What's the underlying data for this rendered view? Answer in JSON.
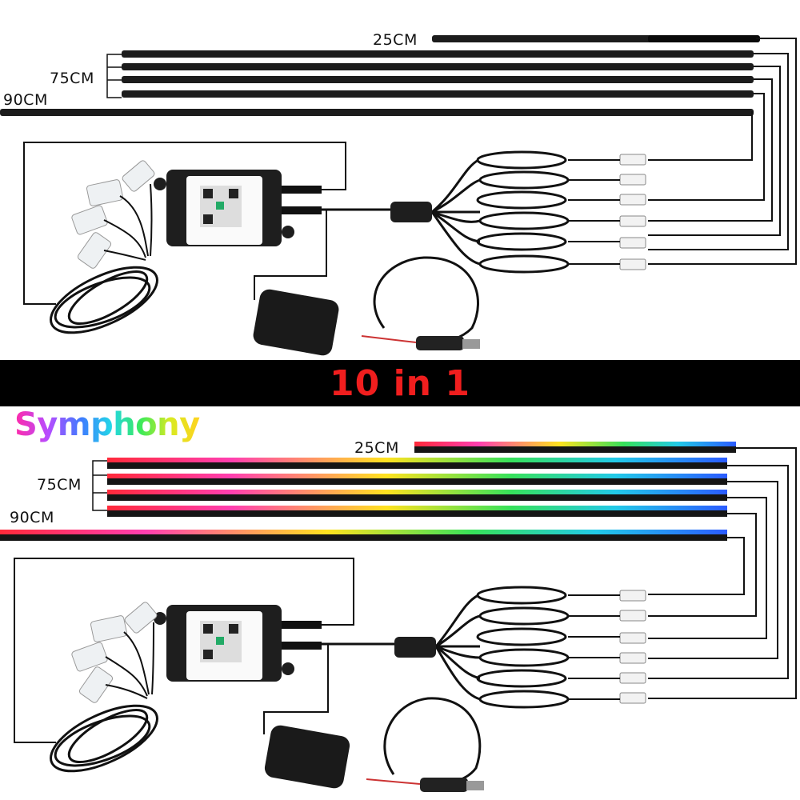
{
  "banner": {
    "title": "10 in 1"
  },
  "top": {
    "label_25": "25CM",
    "label_75": "75CM",
    "label_90": "90CM"
  },
  "bottom": {
    "title": "Symphony",
    "label_25": "25CM",
    "label_75": "75CM",
    "label_90": "90CM"
  },
  "colors": {
    "banner_bg": "#000000",
    "banner_text": "#f01e1e",
    "strip_dark": "#1a1a1a",
    "controller_body": "#1e1e1e",
    "rgb_gradient": [
      "#ff2a3a",
      "#ff3fb0",
      "#ffe21f",
      "#37e15a",
      "#22c9e8",
      "#2b5bff"
    ]
  }
}
